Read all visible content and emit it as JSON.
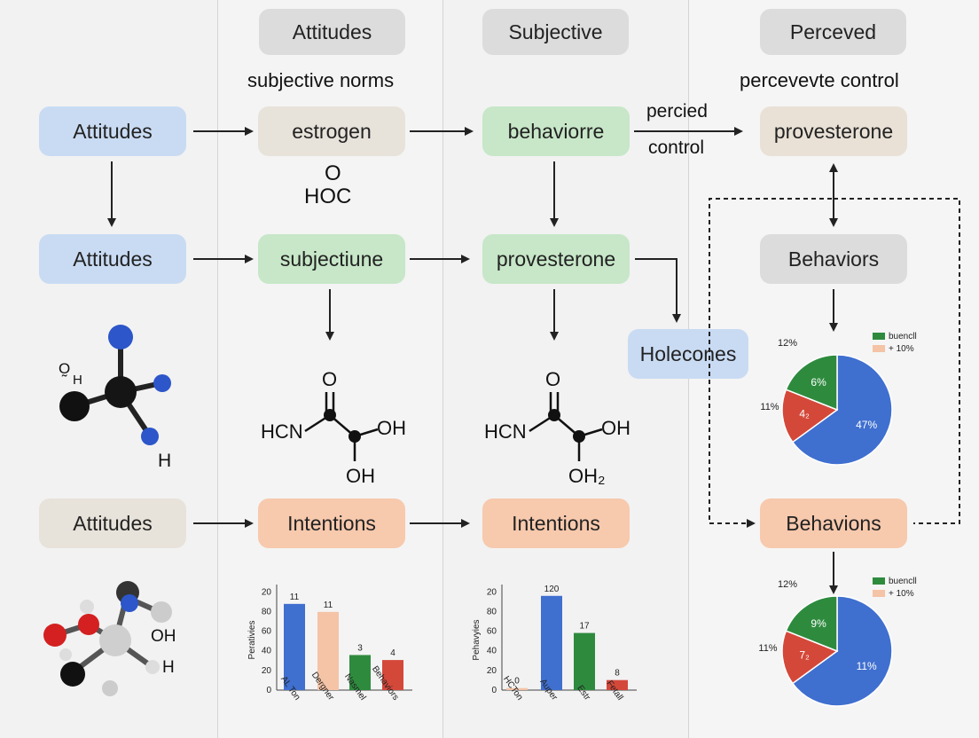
{
  "headers": {
    "col2": "Attitudes",
    "col3": "Subjective",
    "col4": "Perceved"
  },
  "subheaders": {
    "col2": "subjective norms",
    "col4": "percevevte control"
  },
  "row1": {
    "left": "Attitudes",
    "c2": "estrogen",
    "c3": "behaviorre",
    "c4": "provesterone",
    "arrow_label_1": "percied",
    "arrow_label_2": "control"
  },
  "row2": {
    "left": "Attitudes",
    "c2": "subjectiune",
    "c3": "provesterone",
    "c4": "Behaviors",
    "side": "Holecones"
  },
  "row3": {
    "left": "Attitudes",
    "c2": "Intentions",
    "c3": "Intentions",
    "c4": "Behavions"
  },
  "chem": {
    "hoc_o": "O",
    "hoc": "HOC",
    "mol1_o": "O",
    "mol1_hcn": "HCN",
    "mol1_oh": "OH",
    "mol1_oh2": "OH",
    "mol2_o": "O",
    "mol2_hcn": "HCN",
    "mol2_oh": "OH",
    "mol2_oh2": "OH₂",
    "ball1_label": "O̰",
    "ball1_h1": "H",
    "ball1_h2": "H",
    "ball2_oh": "OH",
    "ball2_h": "H"
  },
  "colors": {
    "blue": "#3f6fcf",
    "peach": "#f5c3a6",
    "green": "#2e8b3e",
    "red": "#d4483a"
  },
  "chart_data": [
    {
      "type": "bar",
      "ylabel": "Perativies",
      "yticks": [
        "0",
        "20",
        "40",
        "60",
        "80",
        "20"
      ],
      "categories": [
        "AL Ton",
        "Dergner",
        "Nasmel",
        "Behaviors"
      ],
      "values": [
        86,
        78,
        35,
        30
      ],
      "labels": [
        "11",
        "11",
        "3",
        "4"
      ],
      "colors": [
        "#3f6fcf",
        "#f5c3a6",
        "#2e8b3e",
        "#d4483a"
      ],
      "ylim": [
        0,
        100
      ]
    },
    {
      "type": "bar",
      "ylabel": "Pehavyies",
      "yticks": [
        "0",
        "20",
        "40",
        "60",
        "80",
        "20"
      ],
      "categories": [
        "HCTon",
        "Auper",
        "Estr",
        "Fetall"
      ],
      "values": [
        2,
        94,
        57,
        10
      ],
      "labels": [
        "0",
        "120",
        "17",
        "8"
      ],
      "colors": [
        "#f5c3a6",
        "#3f6fcf",
        "#2e8b3e",
        "#d4483a"
      ],
      "ylim": [
        0,
        100
      ]
    },
    {
      "type": "pie",
      "slices": [
        {
          "value": 65,
          "label": "47%",
          "color": "#3f6fcf"
        },
        {
          "value": 16,
          "label": "4₂",
          "color": "#d4483a"
        },
        {
          "value": 19,
          "label": "6%",
          "color": "#2e8b3e"
        }
      ],
      "outside_labels": [
        "12%",
        "11%"
      ],
      "legend": [
        {
          "name": "buencll",
          "color": "#2e8b3e"
        },
        {
          "name": "+ 10%",
          "color": "#f5c3a6"
        }
      ]
    },
    {
      "type": "pie",
      "slices": [
        {
          "value": 65,
          "label": "11%",
          "color": "#3f6fcf"
        },
        {
          "value": 16,
          "label": "7₂",
          "color": "#d4483a"
        },
        {
          "value": 19,
          "label": "9%",
          "color": "#2e8b3e"
        }
      ],
      "outside_labels": [
        "12%",
        "11%"
      ],
      "legend": [
        {
          "name": "buencll",
          "color": "#2e8b3e"
        },
        {
          "name": "+ 10%",
          "color": "#f5c3a6"
        }
      ]
    }
  ]
}
